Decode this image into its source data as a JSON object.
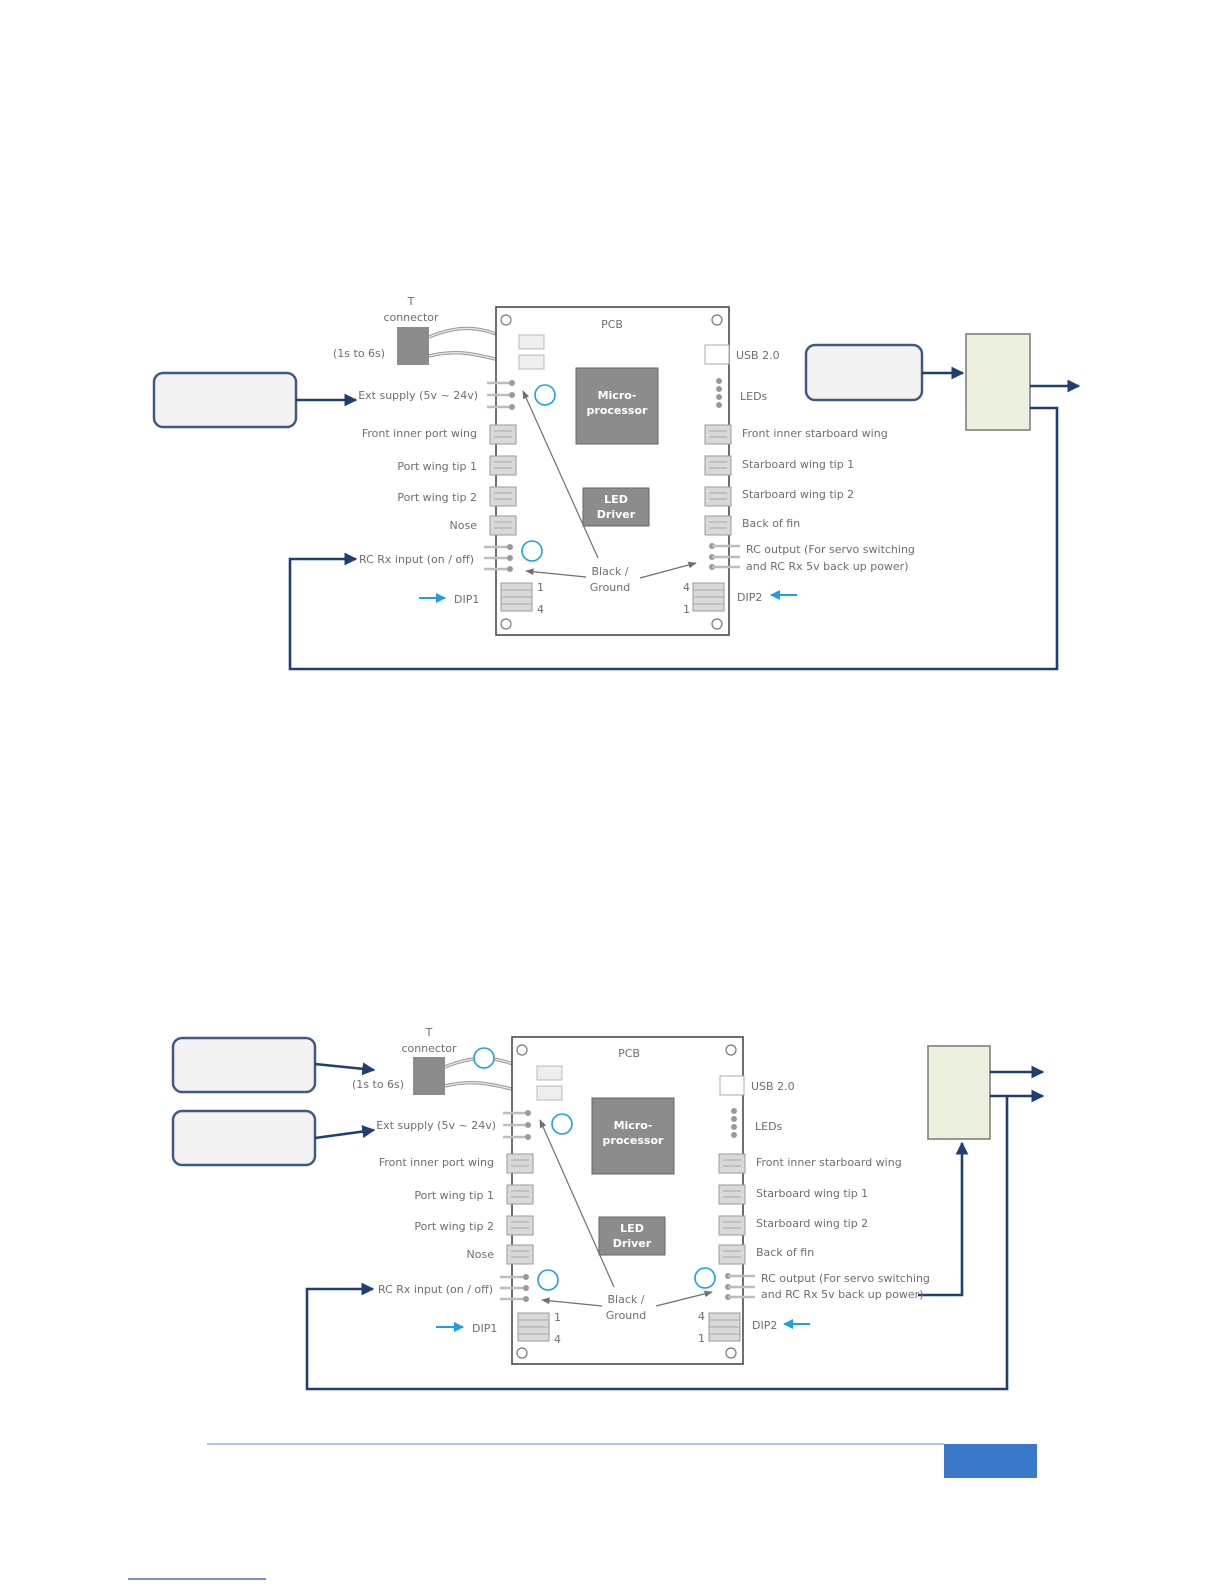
{
  "diagram1": {
    "t_connector": "T\nconnector",
    "cells": "(1s to 6s)",
    "pcb": "PCB",
    "micro": "Micro-\nprocessor",
    "led_driver": "LED\nDriver",
    "usb": "USB 2.0",
    "leds": "LEDs",
    "ext_supply": "Ext supply (5v ~ 24v)",
    "front_inner_port": "Front inner port wing",
    "port_tip1": "Port wing tip 1",
    "port_tip2": "Port wing tip 2",
    "nose": "Nose",
    "rc_input": "RC Rx input (on / off)",
    "dip1": "DIP1",
    "dip1_n1": "1",
    "dip1_n4": "4",
    "black_ground": "Black /\nGround",
    "front_inner_starboard": "Front inner starboard wing",
    "starboard_tip1": "Starboard wing tip 1",
    "starboard_tip2": "Starboard wing tip 2",
    "back_fin": "Back of fin",
    "rc_output": "RC output (For servo switching\nand RC Rx 5v back up power)",
    "dip2": "DIP2",
    "dip2_n4": "4",
    "dip2_n1": "1"
  },
  "diagram2": {
    "t_connector": "T\nconnector",
    "cells": "(1s to 6s)",
    "pcb": "PCB",
    "micro": "Micro-\nprocessor",
    "led_driver": "LED\nDriver",
    "usb": "USB 2.0",
    "leds": "LEDs",
    "ext_supply": "Ext supply (5v ~ 24v)",
    "front_inner_port": "Front inner port wing",
    "port_tip1": "Port wing tip 1",
    "port_tip2": "Port wing tip 2",
    "nose": "Nose",
    "rc_input": "RC Rx input (on / off)",
    "dip1": "DIP1",
    "dip1_n1": "1",
    "dip1_n4": "4",
    "black_ground": "Black /\nGround",
    "front_inner_starboard": "Front inner starboard wing",
    "starboard_tip1": "Starboard wing tip 1",
    "starboard_tip2": "Starboard wing tip 2",
    "back_fin": "Back of fin",
    "rc_output": "RC output (For servo switching\nand RC Rx 5v back up power)",
    "dip2": "DIP2",
    "dip2_n4": "4",
    "dip2_n1": "1"
  },
  "colors": {
    "accent_blue": "#1ea0e0",
    "navy": "#1f3f73",
    "footer_bar": "#3a78c9"
  }
}
